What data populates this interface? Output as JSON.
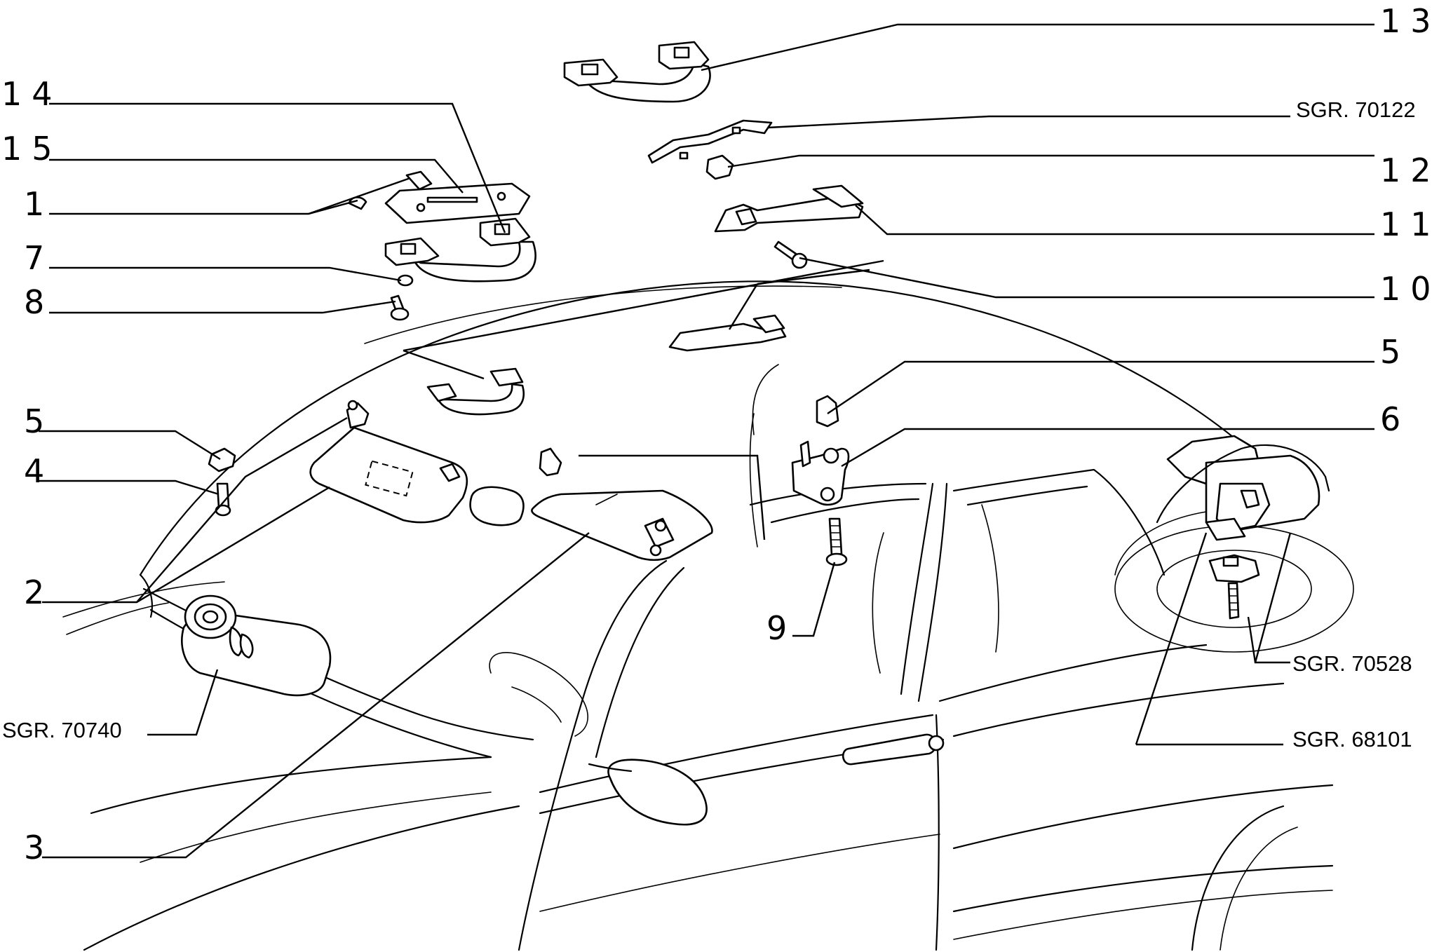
{
  "callouts": {
    "n13": "13",
    "n14": "14",
    "n15": "15",
    "n1": "1",
    "n7": "7",
    "n8": "8",
    "n12": "12",
    "n11": "11",
    "n10": "10",
    "n5_right": "5",
    "n6": "6",
    "n5_left": "5",
    "n4": "4",
    "n2": "2",
    "n9": "9",
    "n3": "3"
  },
  "references": {
    "sgr_70122": "SGR. 70122",
    "sgr_70740": "SGR. 70740",
    "sgr_70528": "SGR. 70528",
    "sgr_68101": "SGR. 68101"
  }
}
